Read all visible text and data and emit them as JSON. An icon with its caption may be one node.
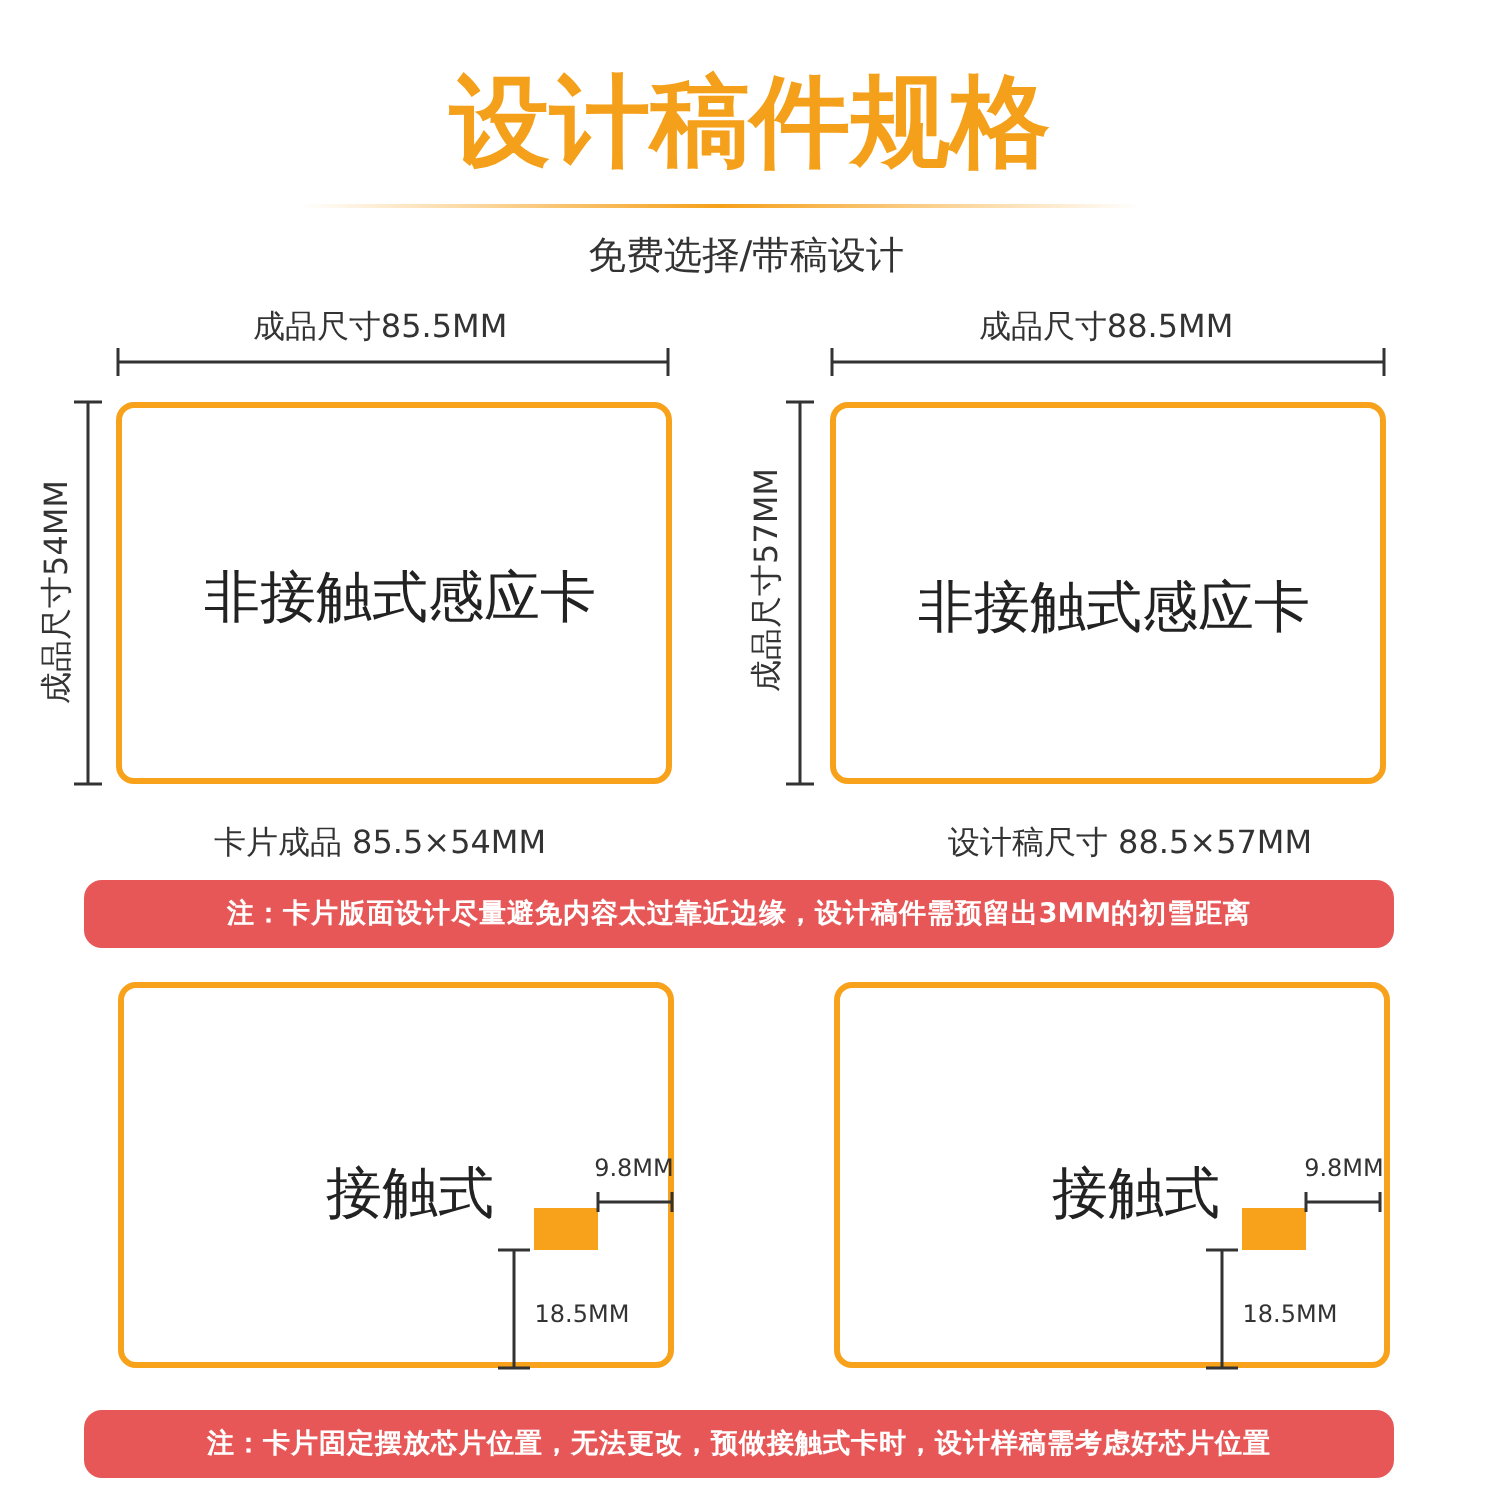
{
  "diagram": {
    "title": "设计稿件规格",
    "nodes": [
      {
        "text": [
          "非接触式感应卡"
        ]
      },
      {
        "text": [
          "非接触式感应卡"
        ]
      },
      {
        "text": [
          "注：卡片版面设计尽量避免内容太过靠近边缘，设计稿件需预留出3MM的初雪距离"
        ]
      },
      {
        "text": [
          "接触式"
        ]
      },
      {
        "text": [],
        "shape": "box",
        "in": 3
      },
      {
        "text": [
          "接触式"
        ]
      },
      {
        "text": [],
        "shape": "box",
        "in": 5
      },
      {
        "text": [
          "注：卡片固定摆放芯片位置，无法更改，预做接触式卡时，设计样稿需考虑好芯片位置"
        ]
      }
    ],
    "labels": [
      "免费选择/带稿设计",
      "成品尺寸85.5MM",
      "成品尺寸54MM",
      "成品尺寸88.5MM",
      "成品尺寸57MM",
      "卡片成品 85.5×54MM",
      "设计稿尺寸 88.5×57MM",
      "9.8MM",
      "18.5MM",
      "9.8MM",
      "18.5MM"
    ]
  }
}
